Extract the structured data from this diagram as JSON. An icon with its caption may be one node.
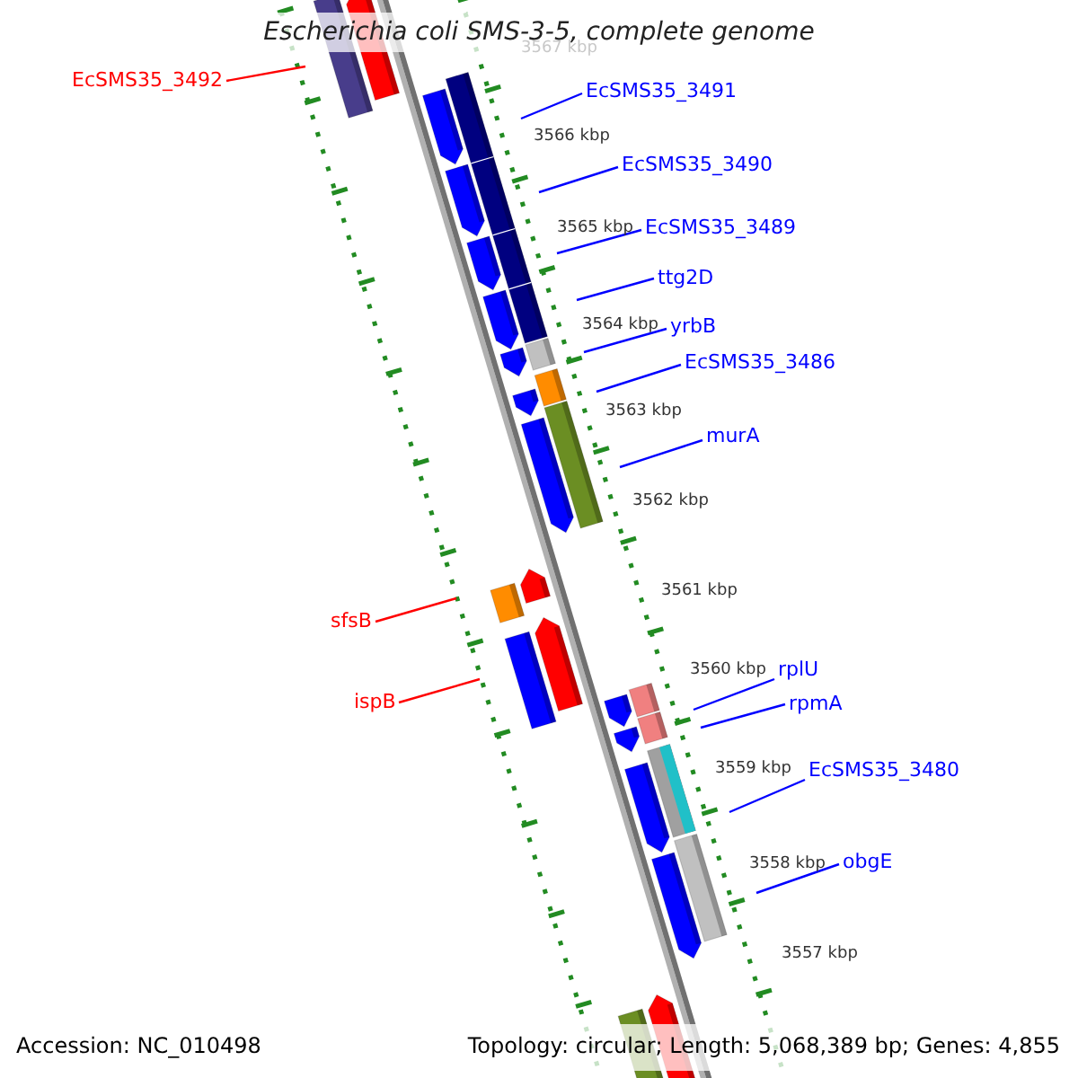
{
  "diagram": {
    "title": "Escherichia coli SMS-3-5, complete genome",
    "nodes": [
      {
        "text": [
          "EcSMS35_3492"
        ]
      },
      {
        "text": [
          "EcSMS35_3491"
        ]
      },
      {
        "text": [
          "EcSMS35_3490"
        ]
      },
      {
        "text": [
          "EcSMS35_3489"
        ]
      },
      {
        "text": [
          "ttg2D"
        ]
      },
      {
        "text": [
          "yrbB"
        ]
      },
      {
        "text": [
          "EcSMS35_3486"
        ]
      },
      {
        "text": [
          "murA"
        ]
      },
      {
        "text": [
          "sfsB"
        ]
      },
      {
        "text": [
          "rplU"
        ]
      },
      {
        "text": [
          "ispB"
        ]
      },
      {
        "text": [
          "rpmA"
        ]
      },
      {
        "text": [
          "EcSMS35_3480"
        ]
      },
      {
        "text": [
          "obgE"
        ]
      }
    ],
    "edges": [
      {
        "from": 0,
        "to": null,
        "arrow": "none",
        "color": "#ff0000"
      },
      {
        "from": 1,
        "to": null,
        "arrow": "none"
      },
      {
        "from": 2,
        "to": null,
        "arrow": "none"
      },
      {
        "from": 3,
        "to": null,
        "arrow": "none"
      },
      {
        "from": 4,
        "to": null,
        "arrow": "none"
      },
      {
        "from": 5,
        "to": null,
        "arrow": "none"
      },
      {
        "from": 6,
        "to": null,
        "arrow": "none"
      },
      {
        "from": 7,
        "to": null,
        "arrow": "none"
      },
      {
        "from": 8,
        "to": null,
        "arrow": "none",
        "color": "#ff0000"
      },
      {
        "from": 9,
        "to": null,
        "arrow": "none"
      },
      {
        "from": 10,
        "to": null,
        "arrow": "none",
        "color": "#ff0000"
      },
      {
        "from": 11,
        "to": null,
        "arrow": "none"
      },
      {
        "from": 12,
        "to": null,
        "arrow": "none"
      },
      {
        "from": 13,
        "to": null,
        "arrow": "none"
      }
    ],
    "labels": [
      "3567 kbp",
      "3566 kbp",
      "3565 kbp",
      "3564 kbp",
      "3563 kbp",
      "3562 kbp",
      "3561 kbp",
      "3560 kbp",
      "3559 kbp",
      "3558 kbp",
      "3557 kbp",
      "Accession: NC_010498",
      "Topology: circular; Length: 5,068,389 bp; Genes: 4,855"
    ]
  }
}
